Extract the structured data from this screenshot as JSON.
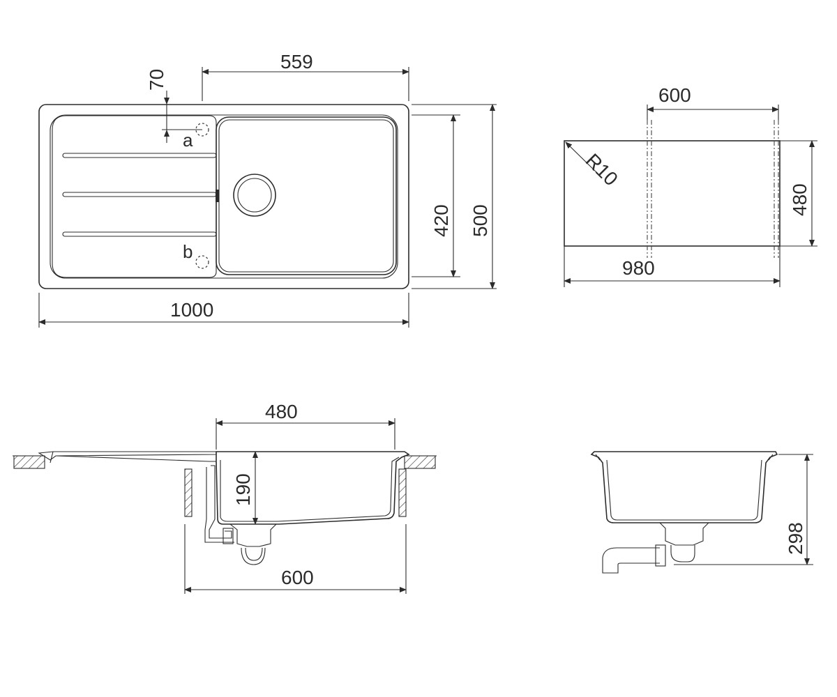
{
  "top_view": {
    "dim_width": "1000",
    "dim_height": "500",
    "dim_bowl_height": "420",
    "dim_bowl_width": "559",
    "dim_offset": "70",
    "label_a": "a",
    "label_b": "b"
  },
  "cutout_view": {
    "dim_width": "980",
    "dim_height": "480",
    "dim_inner": "600",
    "dim_radius": "R10"
  },
  "side_view": {
    "dim_bowl_width": "480",
    "dim_depth": "190",
    "dim_cabinet": "600"
  },
  "end_view": {
    "dim_total_depth": "298"
  }
}
